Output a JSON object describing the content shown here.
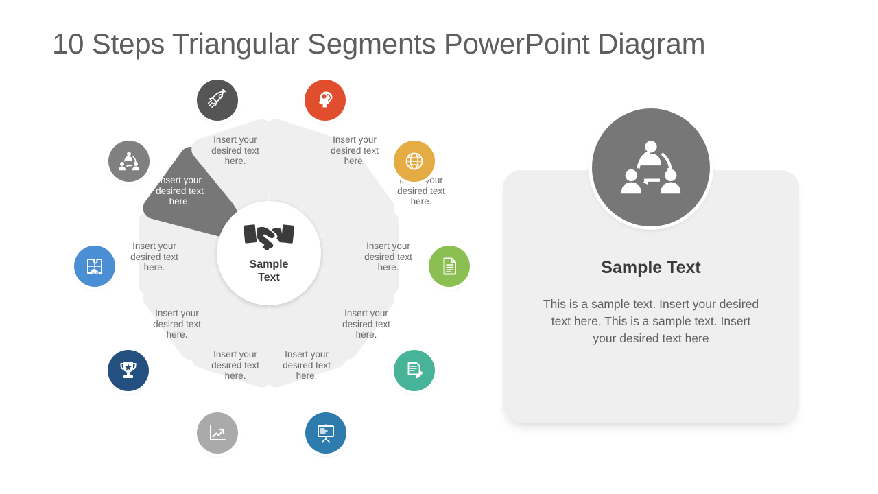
{
  "title": "10 Steps Triangular Segments PowerPoint Diagram",
  "center": {
    "icon": "handshake-icon",
    "label_line1": "Sample",
    "label_line2": "Text",
    "bg": "#ffffff",
    "text_color": "#3b3b3b"
  },
  "segment_text": "Insert your desired text here.",
  "colors": {
    "segment_fill": "#efefef",
    "segment_active_fill": "#777777",
    "segment_text": "#6a6a6a",
    "segment_active_text": "#ffffff",
    "title_text": "#5e5e5e",
    "panel_fill": "#efefef"
  },
  "segments": [
    {
      "index": 1,
      "text": "Insert your desired text here.",
      "icon": "brain-head-icon",
      "color": "#e04e2e",
      "active": false
    },
    {
      "index": 2,
      "text": "Insert your desired text here.",
      "icon": "globe-icon",
      "color": "#e5ac43",
      "active": false
    },
    {
      "index": 3,
      "text": "Insert your desired text here.",
      "icon": "document-icon",
      "color": "#8cbf51",
      "active": false
    },
    {
      "index": 4,
      "text": "Insert your desired text here.",
      "icon": "edit-note-icon",
      "color": "#47b49a",
      "active": false
    },
    {
      "index": 5,
      "text": "Insert your desired text here.",
      "icon": "presentation-icon",
      "color": "#2e7cad",
      "active": false
    },
    {
      "index": 6,
      "text": "Insert your desired text here.",
      "icon": "growth-chart-icon",
      "color": "#aaaaaa",
      "active": false
    },
    {
      "index": 7,
      "text": "Insert your desired text here.",
      "icon": "trophy-icon",
      "color": "#23507f",
      "active": false
    },
    {
      "index": 8,
      "text": "Insert your desired text here.",
      "icon": "puzzle-hand-icon",
      "color": "#4a8fd4",
      "active": false
    },
    {
      "index": 9,
      "text": "Insert your desired text here.",
      "icon": "team-network-icon",
      "color": "#808080",
      "active": true
    },
    {
      "index": 10,
      "text": "Insert your desired text here.",
      "icon": "rocket-icon",
      "color": "#555555",
      "active": false
    }
  ],
  "panel": {
    "icon": "team-network-icon",
    "icon_bg": "#777777",
    "heading": "Sample Text",
    "body": "This is a sample text.  Insert your desired text here. This is a sample text.  Insert your desired text here"
  }
}
